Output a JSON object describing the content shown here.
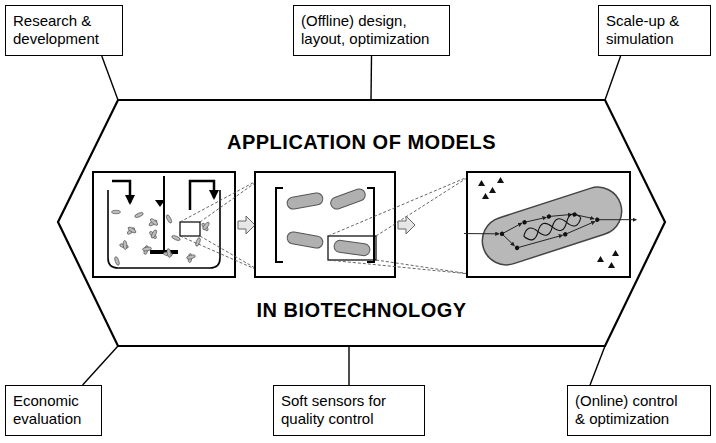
{
  "diagram": {
    "nodes": [
      {
        "text": [
          "Research & development"
        ]
      },
      {
        "text": [
          "(Offline) design, layout, optimization"
        ]
      },
      {
        "text": [
          "Scale-up & simulation"
        ]
      },
      {
        "text": [
          "APPLICATION OF MODELS",
          "IN BIOTECHNOLOGY"
        ]
      },
      {
        "text": [
          "Economic evaluation"
        ]
      },
      {
        "text": [
          "Soft sensors for quality control"
        ]
      },
      {
        "text": [
          "(Online) control & optimization"
        ]
      }
    ],
    "edges": [
      {
        "from": 3,
        "to": 0,
        "arrow": "none"
      },
      {
        "from": 3,
        "to": 1,
        "arrow": "none"
      },
      {
        "from": 3,
        "to": 2,
        "arrow": "none"
      },
      {
        "from": 3,
        "to": 4,
        "arrow": "none"
      },
      {
        "from": 3,
        "to": 5,
        "arrow": "none"
      },
      {
        "from": 3,
        "to": 6,
        "arrow": "none"
      }
    ]
  }
}
